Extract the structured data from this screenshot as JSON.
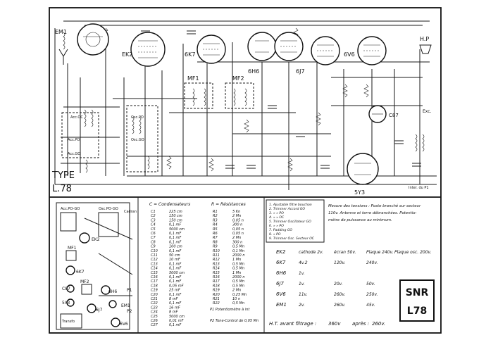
{
  "title_block": {
    "brand": "SNR",
    "model": "L78"
  },
  "type_label": {
    "line1": "TYPE",
    "line2": "L.78"
  },
  "tubes": [
    {
      "label": "EM1"
    },
    {
      "label": "EK2"
    },
    {
      "label": "6K7"
    },
    {
      "label": "6H6"
    },
    {
      "label": "6J7"
    },
    {
      "label": "6V6"
    },
    {
      "label": "5Y3"
    },
    {
      "label": "C87"
    }
  ],
  "transformers": [
    {
      "label": "MF1"
    },
    {
      "label": "MF2"
    }
  ],
  "speaker": {
    "label": "H.P"
  },
  "misc_labels": [
    "Exc.",
    "Inter. du P1",
    "Acc.OC",
    "Osc.PO",
    "Osc.GO",
    "Acc.PO",
    "Acc.GO"
  ],
  "capacitor_table": {
    "header": "C = Condensateurs",
    "rows": [
      [
        "C1",
        "225 cm"
      ],
      [
        "C2",
        "150 cm"
      ],
      [
        "C3",
        "150 cm"
      ],
      [
        "C4",
        "0,1 mF"
      ],
      [
        "C5",
        "5000 cm"
      ],
      [
        "C6",
        "0,1 mF"
      ],
      [
        "C7",
        "0,1 mF"
      ],
      [
        "C8",
        "0,1 mF"
      ],
      [
        "C9",
        "100 cm"
      ],
      [
        "C10",
        "0,1 mF"
      ],
      [
        "C11",
        "50 cm"
      ],
      [
        "C12",
        "10 mF"
      ],
      [
        "C13",
        "0,1 mF"
      ],
      [
        "C14",
        "0,1 mF"
      ],
      [
        "C15",
        "5000 cm"
      ],
      [
        "C16",
        "0,1 mF"
      ],
      [
        "C17",
        "0,1 mF"
      ],
      [
        "C18",
        "0,05 mF"
      ],
      [
        "C19",
        "25 mF"
      ],
      [
        "C20",
        "0,1 mF"
      ],
      [
        "C21",
        "8 mF"
      ],
      [
        "C22",
        "0,1 mF"
      ],
      [
        "C23",
        "16 mF"
      ],
      [
        "C24",
        "8 mF"
      ],
      [
        "C25",
        "5000 cm"
      ],
      [
        "C26",
        "0,01 mF"
      ],
      [
        "C27",
        "0,1 mF"
      ]
    ]
  },
  "resistor_table": {
    "header": "R = Résistances",
    "rows": [
      [
        "R1",
        "5 Kn"
      ],
      [
        "R2",
        "2 Mn"
      ],
      [
        "R3",
        "0,05 n"
      ],
      [
        "R4",
        "300 n"
      ],
      [
        "R5",
        "0,05 n"
      ],
      [
        "R6",
        "0,05 n"
      ],
      [
        "R7",
        "2 Mn"
      ],
      [
        "R8",
        "300 n"
      ],
      [
        "R9",
        "0,5 Mn"
      ],
      [
        "R10",
        "0,1 Mn"
      ],
      [
        "R11",
        "2000 n"
      ],
      [
        "R12",
        "1 Mn"
      ],
      [
        "R13",
        "0,5 Mn"
      ],
      [
        "R14",
        "0,5 Mn"
      ],
      [
        "R15",
        "1 Mn"
      ],
      [
        "R16",
        "2000 n"
      ],
      [
        "R17",
        "0,5 Mn"
      ],
      [
        "R18",
        "0,5 Mn"
      ],
      [
        "R19",
        "2 Mn"
      ],
      [
        "R20",
        "0,25 Mn"
      ],
      [
        "R21",
        "10 n"
      ],
      [
        "R22",
        "0,5 Mn"
      ]
    ],
    "notes": [
      "P1 Potentiomètre à int",
      "P2 Tone-Control de 0,05 Mn"
    ]
  },
  "adjustment_list": [
    "1. Ajustable filtre bouchon",
    "2. Trimmer Accord GO",
    "3.    »    »    PO",
    "4.    »    »    OC",
    "5. Trimmer Oscillateur GO",
    "6.    »    »    PO",
    "7. Padding GO",
    "8.    »    PO",
    "9. Trimmer Osc. Secteur OC"
  ],
  "voltage_note": {
    "lines": [
      "Mesure des tensions : Poste branché sur secteur",
      "110v. Antenne et terre débranchées. Potentio-",
      "mètre de puissance au minimum."
    ]
  },
  "voltage_table": [
    {
      "tube": "EK2",
      "c1": "cathode 2v.",
      "c2": "écran 50v.",
      "c3": "Plaque 240v.",
      "c4": "Plaque osc. 200v."
    },
    {
      "tube": "6K7",
      "c1": "4v.2",
      "c2": "120v.",
      "c3": "240v.",
      "c4": ""
    },
    {
      "tube": "6H6",
      "c1": "1v.",
      "c2": "",
      "c3": "",
      "c4": ""
    },
    {
      "tube": "6J7",
      "c1": "1v.",
      "c2": "20v.",
      "c3": "50v.",
      "c4": ""
    },
    {
      "tube": "6V6",
      "c1": "11v.",
      "c2": "260v.",
      "c3": "250v.",
      "c4": ""
    },
    {
      "tube": "EM1",
      "c1": "2v.",
      "c2": "260v.",
      "c3": "45v.",
      "c4": ""
    }
  ],
  "ht_line": {
    "label": "H.T. avant filtrage :",
    "before": "360v",
    "after_label": "après :",
    "after": "260v."
  },
  "chassis_labels": [
    "Acc.PO-GO",
    "Osc.PO-GO",
    "EK2",
    "MF1",
    "6K7",
    "MF2",
    "C87",
    "6H6",
    "5Y3",
    "6J7",
    "EM1",
    "6V6",
    "Transfo",
    "Cadran",
    "P1",
    "P2"
  ]
}
